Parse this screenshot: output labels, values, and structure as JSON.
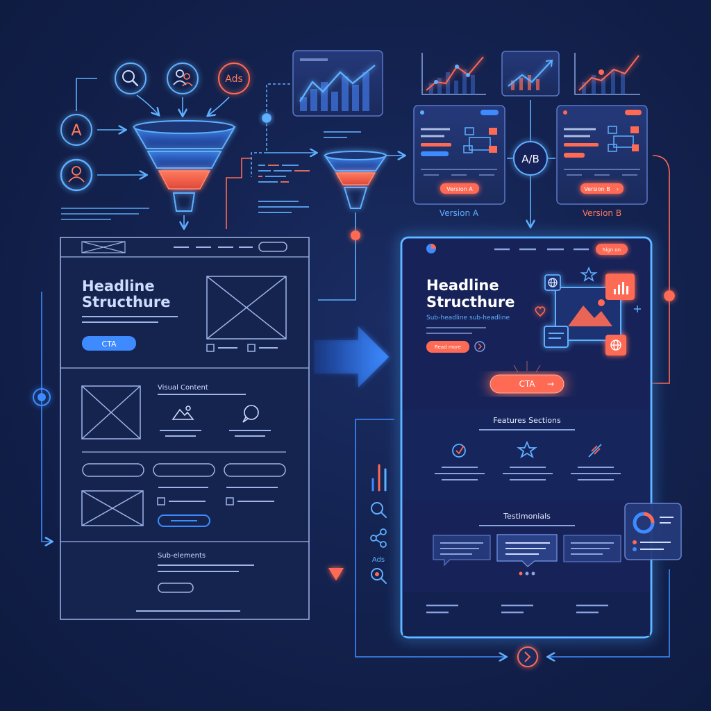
{
  "colors": {
    "background": "#13224f",
    "blue": "#3d8bff",
    "cyan": "#5fb0ff",
    "coral": "#ff6a55",
    "wire": "#9fb4e8",
    "panel": "#1b2c5e"
  },
  "sources": {
    "search_icon": "search-icon",
    "users_icon": "users-icon",
    "ads_label": "Ads",
    "a_label": "A",
    "person_icon": "person-icon"
  },
  "ab_test": {
    "label": "A/B",
    "version_a": {
      "caption": "Version A",
      "button_label": "Version A"
    },
    "version_b": {
      "caption": "Version B",
      "button_label": "Version B"
    }
  },
  "wireframe": {
    "headline_line1": "Headline",
    "headline_line2": "Structhure",
    "cta_label": "CTA",
    "visual_content_label": "Visual Content",
    "sub_elements_label": "Sub-elements"
  },
  "final_page": {
    "sign_in_label": "Sign on",
    "headline_line1": "Headline",
    "headline_line2": "Structhure",
    "subheadline": "Sub-headline sub-headline",
    "read_more_label": "Read more",
    "cta_label": "CTA",
    "features_title": "Features Sections",
    "testimonials_title": "Testimonials"
  },
  "side_icons": {
    "ads_label": "Ads"
  }
}
